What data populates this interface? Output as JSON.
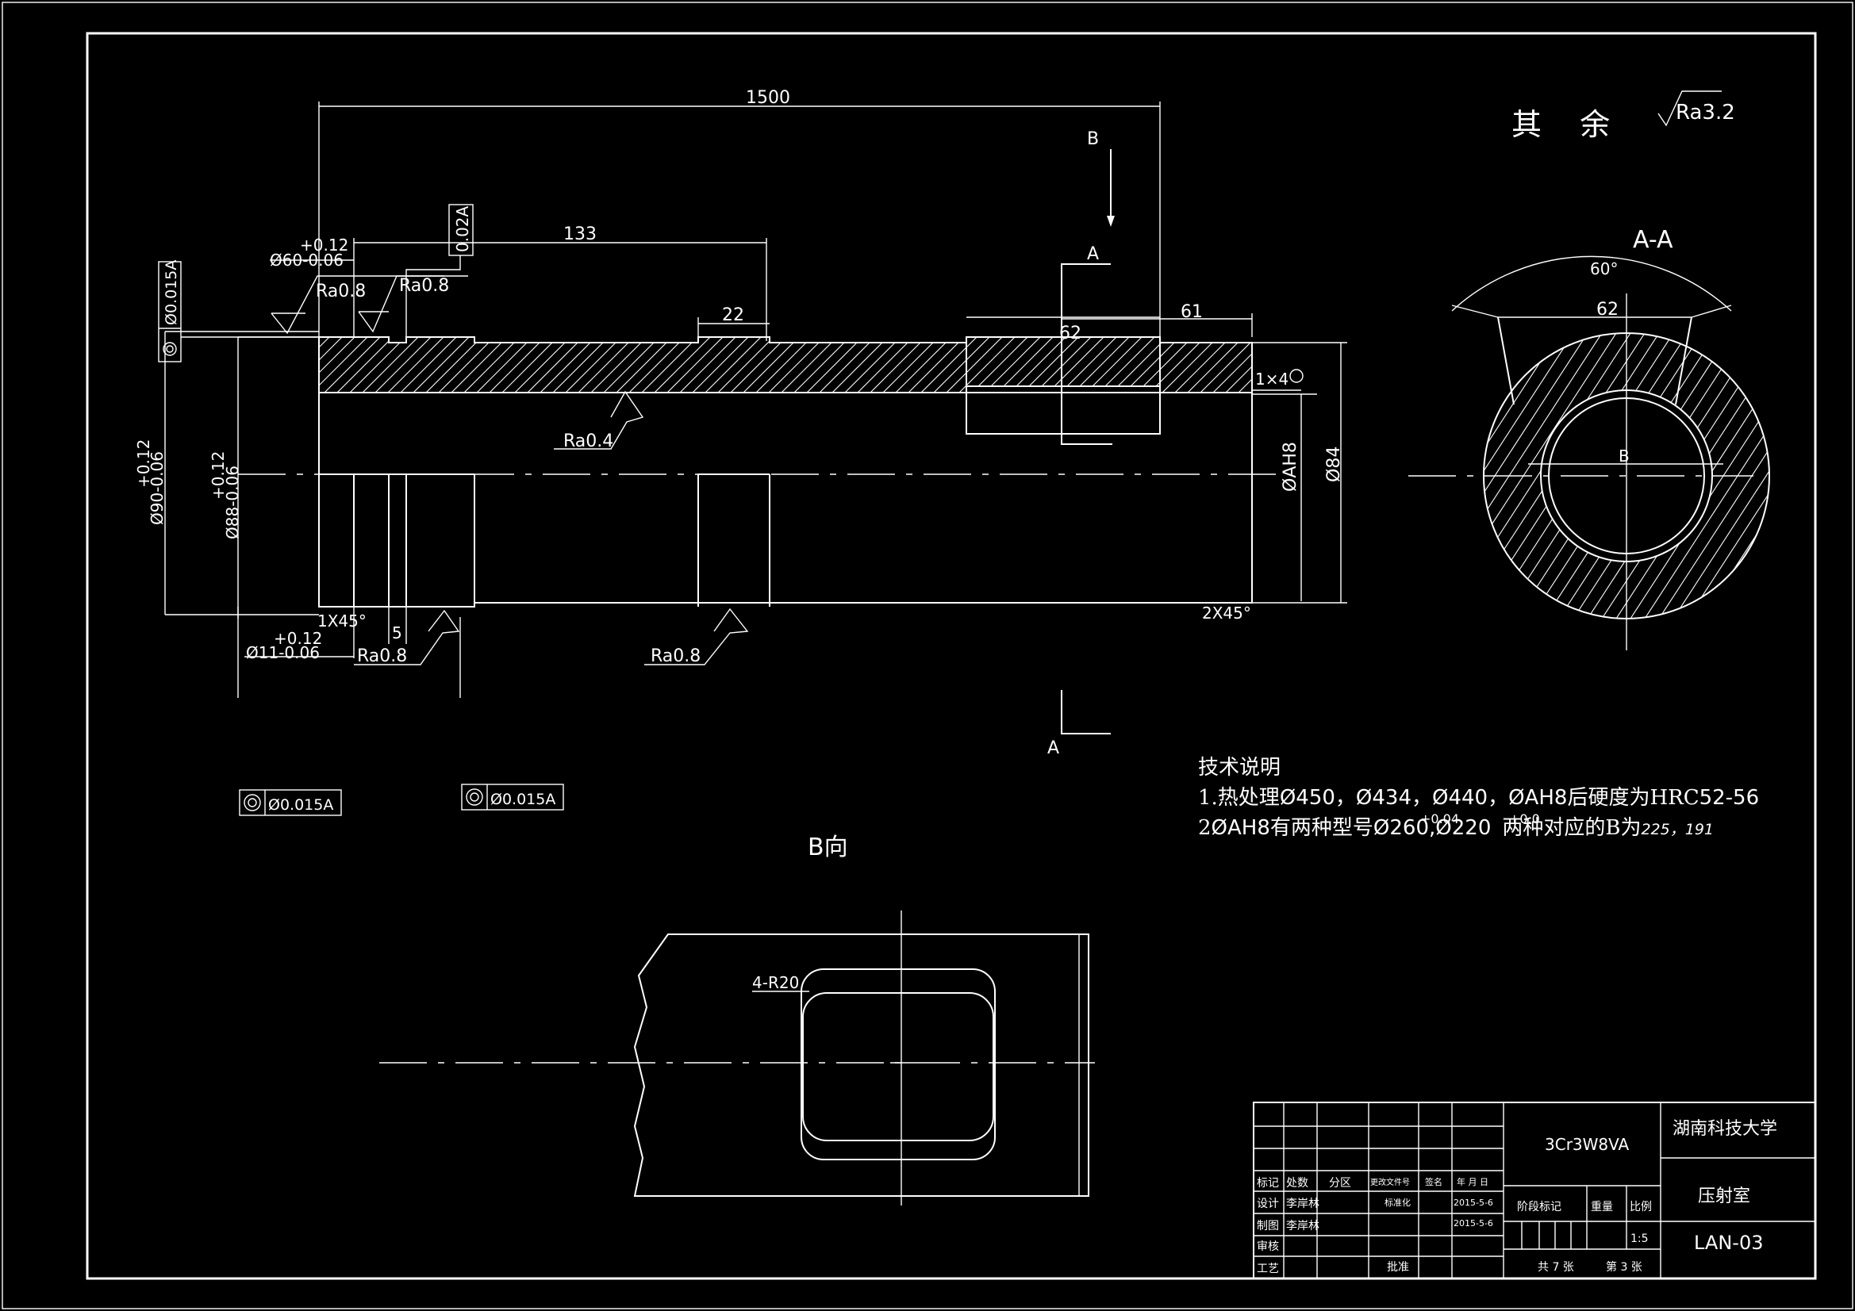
{
  "remaining_roughness": {
    "label": "其 余",
    "value": "Ra3.2"
  },
  "views": {
    "section_label": "A-A",
    "direction_view_label": "B向",
    "cut_letter": "A",
    "dir_letter": "B"
  },
  "dims": {
    "overall_length": "1500",
    "d133": "133",
    "d22": "22",
    "d62": "62",
    "d61": "61",
    "d5": "5",
    "bore": "ØAH8",
    "od84": "Ø84",
    "d90": "Ø90-0.06",
    "d90_tol": "+0.12",
    "d88": "Ø88-0.06",
    "d88_tol": "+0.12",
    "d60": "Ø60-0.06",
    "d60_tol": "+0.12",
    "d11": "Ø11-0.06",
    "d11_tol": "+0.12",
    "chamfer1": "1X45°",
    "chamfer2": "2X45°",
    "chamfer3": "1×4",
    "ra08": "Ra0.8",
    "ra04": "Ra0.4",
    "aa_angle": "60°",
    "aa_width": "62",
    "aa_b": "B",
    "fillet": "4-R20"
  },
  "gdt": {
    "runout_vertical": "Ø0.015A",
    "flatness_box": "0.02A",
    "frame1": "Ø0.015A",
    "frame2": "Ø0.015A"
  },
  "tech_notes": {
    "title": "技术说明",
    "line1_a": "1.热处理",
    "line1_b": "Ø450，Ø434，Ø440，ØAH8",
    "line1_c": "后硬度为HRC",
    "line1_d": "52-56",
    "line2_a": "2",
    "line2_b": "ØAH8",
    "line2_c": "有两种型号",
    "line2_d": "Ø260",
    "line2_e": ",Ø220",
    "line2_tol1": "+0.04",
    "line2_tol2": "+0.0",
    "line2_f": "两种对应的B为",
    "line2_g": "225，191"
  },
  "title_block": {
    "material": "3Cr3W8VA",
    "school": "湖南科技大学",
    "part_name": "压射室",
    "drawing_no": "LAN-03",
    "h_mark": "标记",
    "h_count": "处数",
    "h_zone": "分区",
    "h_docno": "更改文件号",
    "h_sign": "签名",
    "h_date": "年 月 日",
    "r_design": "设计",
    "designer": "李岸林",
    "r_std": "标准化",
    "date1": "2015-5-6",
    "r_draw": "制图",
    "drafter": "李岸林",
    "date2": "2015-5-6",
    "r_check": "审核",
    "r_process": "工艺",
    "r_approve": "批准",
    "stage_mark": "阶段标记",
    "weight": "重量",
    "scale_label": "比例",
    "scale": "1:5",
    "total_sheets": "共 7 张",
    "sheet_no": "第 3 张"
  }
}
